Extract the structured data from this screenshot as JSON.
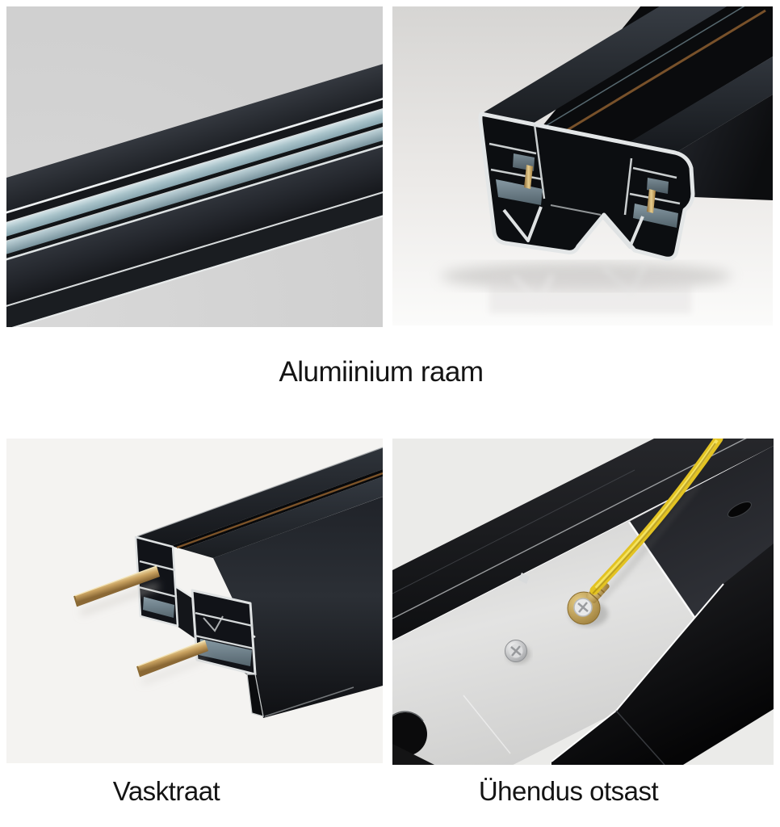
{
  "page": {
    "background": "#ffffff"
  },
  "captions": {
    "aluminium_frame": "Alumiinium raam",
    "copper_wire": "Vasktraat",
    "end_connection": "Ühendus otsast"
  },
  "figures": [
    {
      "id": "rail-diagonal",
      "meaning": "black aluminium track rail, diagonal view"
    },
    {
      "id": "profile-cross-section",
      "meaning": "cross-section of black aluminium track profile"
    },
    {
      "id": "copper-wire-end",
      "meaning": "track end with two protruding copper strips"
    },
    {
      "id": "end-connection",
      "meaning": "track back plate with yellow wire connected at end"
    }
  ],
  "colors": {
    "photo1_bg": "#d0d0d0",
    "photo2_bg": "#d6d5d3",
    "photo3_bg": "#f4f3f1",
    "photo4_bg": "#ebebe9",
    "rail_black": "#1d2024",
    "steel_blue": "#8fadb7",
    "copper_line": "#7c5329",
    "brass": "#c9a361",
    "silver_edge": "#e3e6e7",
    "wire_yellow": "#e3c322",
    "caption_text": "#141414"
  }
}
